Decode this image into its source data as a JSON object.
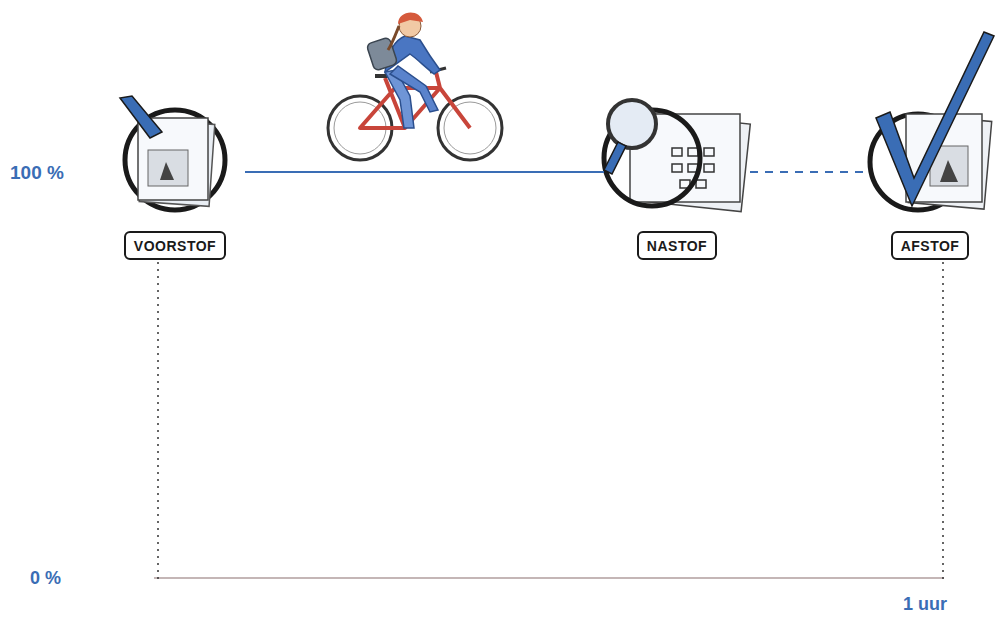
{
  "diagram": {
    "nodes": [
      {
        "text": [
          "VOORSTOF"
        ]
      },
      {
        "text": [
          "NASTOF"
        ]
      },
      {
        "text": [
          "AFSTOF"
        ]
      }
    ],
    "edges": [
      {
        "from": 0,
        "to": 1,
        "arrow": "none"
      },
      {
        "from": 1,
        "to": 2,
        "arrow": "none"
      }
    ],
    "labels": [
      "100 %",
      "0 %",
      "1 uur"
    ]
  }
}
